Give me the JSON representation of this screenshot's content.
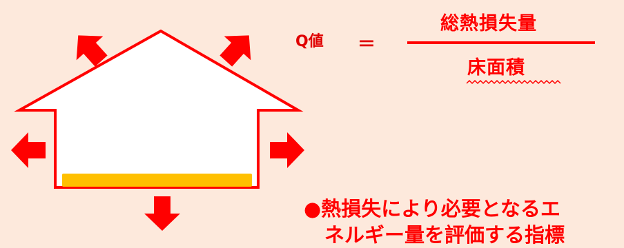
{
  "formula": {
    "lhs": "Q値",
    "equals": "＝",
    "numerator": "総熱損失量",
    "denominator": "床面積"
  },
  "notes": [
    "●熱損失により必要となるエ",
    "ネルギー量を評価する指標"
  ],
  "colors": {
    "background": "#fde9dc",
    "red": "#ff0000",
    "floor": "#ffc000",
    "house_fill": "#ffffff"
  },
  "icons": {
    "heat_arrows": "arrow-icon",
    "house": "house-icon",
    "underline": "wavy-underline"
  }
}
